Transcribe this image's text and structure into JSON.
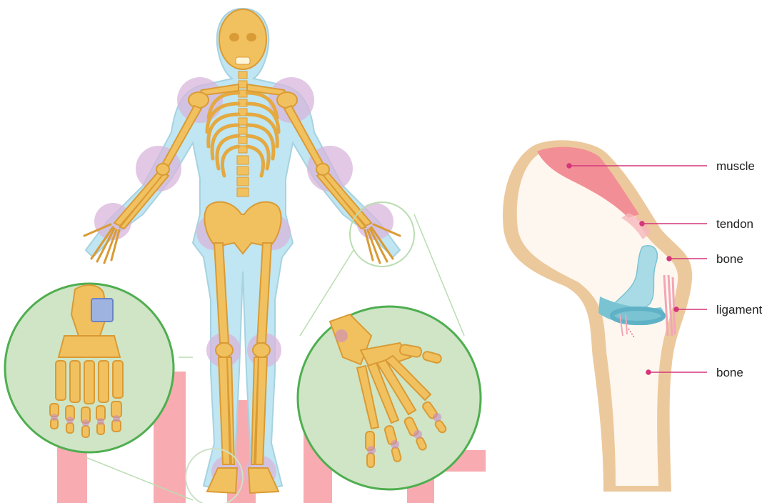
{
  "colors": {
    "bone": "#f2c15f",
    "bone_outline": "#d99b35",
    "body_silhouette": "#bfe6f2",
    "joint_highlight": "#d9b6dc",
    "zoom_circle_fill": "#cfe5c6",
    "zoom_circle_stroke": "#4fae50",
    "watermark": "#f7a3a8",
    "knee_skin": "#ecc99c",
    "knee_inner": "#fffaf3",
    "muscle": "#f28f96",
    "cartilage": "#a9dbe6",
    "meniscus": "#79c3d3",
    "leader_line": "#d4367a"
  },
  "knee_labels": [
    {
      "id": "muscle",
      "text": "muscle"
    },
    {
      "id": "tendon",
      "text": "tendon"
    },
    {
      "id": "bone-upper",
      "text": "bone"
    },
    {
      "id": "ligament",
      "text": "ligament"
    },
    {
      "id": "bone-lower",
      "text": "bone"
    }
  ]
}
